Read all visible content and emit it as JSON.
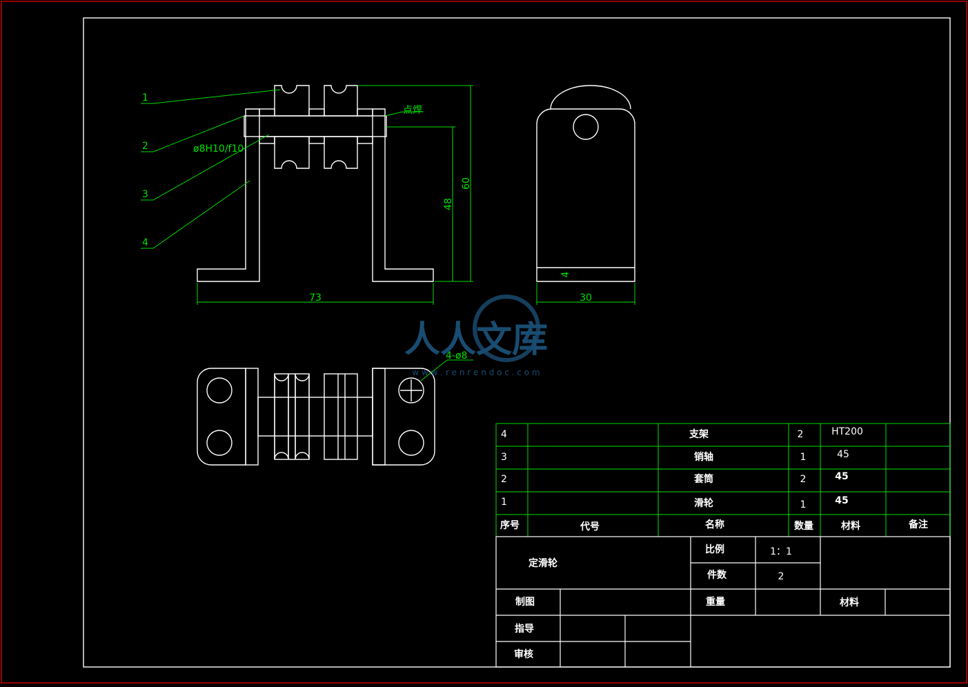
{
  "colors": {
    "background": "#000000",
    "outline": "#ffffff",
    "dimension": "#00e000",
    "frame": "#cc0000"
  },
  "leaders": [
    "1",
    "2",
    "3",
    "4"
  ],
  "annotations": {
    "weld": "点焊",
    "fit": "ø8H10/f10",
    "holes": "4-ø8"
  },
  "dimensions": {
    "width_front": "73",
    "height_overall": "60",
    "height_axis": "48",
    "width_side": "30",
    "base_thickness": "4"
  },
  "watermark": {
    "text": "人人文库",
    "url": "w w w . r e n r e n d o c . c o m"
  },
  "bom": {
    "header": {
      "no": "序号",
      "code": "代号",
      "name": "名称",
      "qty": "数量",
      "material": "材料",
      "note": "备注"
    },
    "rows": [
      {
        "no": "4",
        "code": "",
        "name": "支架",
        "qty": "2",
        "material": "HT200",
        "note": ""
      },
      {
        "no": "3",
        "code": "",
        "name": "销轴",
        "qty": "1",
        "material": "45",
        "note": ""
      },
      {
        "no": "2",
        "code": "",
        "name": "套筒",
        "qty": "2",
        "material": "45",
        "note": ""
      },
      {
        "no": "1",
        "code": "",
        "name": "滑轮",
        "qty": "1",
        "material": "45",
        "note": ""
      }
    ]
  },
  "title_block": {
    "part_name": "定滑轮",
    "scale_label": "比例",
    "scale_value": "1：1",
    "count_label": "件数",
    "count_value": "2",
    "weight_label": "重量",
    "material_label": "材料",
    "drawn_label": "制图",
    "guide_label": "指导",
    "review_label": "审核"
  }
}
